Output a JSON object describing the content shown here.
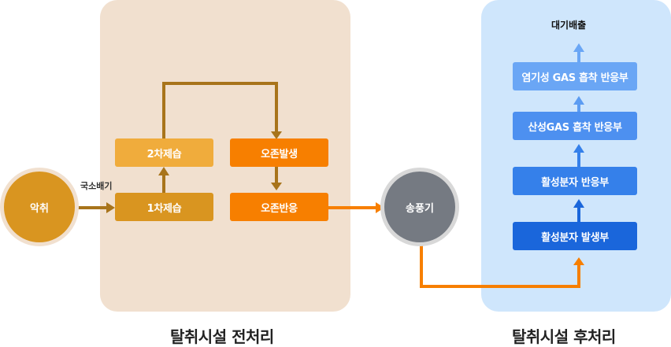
{
  "colors": {
    "pre_panel": "#f1e0cf",
    "post_panel": "#cfe6fc",
    "brown_arrow": "#a8741b",
    "orange_arrow": "#f77f00",
    "blue_arrow_light": "#5c9cf2",
    "blue_arrow_dark": "#1a66db"
  },
  "source": {
    "label": "악취",
    "color": "#d99520",
    "ring": "#f1e0cf"
  },
  "duct_label": "국소배기",
  "pre_treatment": {
    "caption": "탈취시설 전처리",
    "nodes": [
      {
        "id": "wet1",
        "label": "1차제습",
        "color": "#d99520"
      },
      {
        "id": "wet2",
        "label": "2차제습",
        "color": "#f0ac3c"
      },
      {
        "id": "ozone_gen",
        "label": "오존발생",
        "color": "#f77f00"
      },
      {
        "id": "ozone_react",
        "label": "오존반응",
        "color": "#f77f00"
      }
    ]
  },
  "blower": {
    "label": "송풍기",
    "color": "#757a82",
    "ring": "#d8d8d8"
  },
  "post_treatment": {
    "caption": "탈취시설 후처리",
    "exhaust_label": "대기배출",
    "nodes": [
      {
        "id": "active_gen",
        "label": "활성분자 발생부",
        "color": "#1a66db"
      },
      {
        "id": "active_react",
        "label": "활성분자 반응부",
        "color": "#3580ea"
      },
      {
        "id": "acid_gas",
        "label": "산성GAS 흡착 반응부",
        "color": "#4d90f0"
      },
      {
        "id": "flammable_gas",
        "label": "염기성 GAS 흡착 반응부",
        "color": "#6aa6f5"
      }
    ]
  }
}
